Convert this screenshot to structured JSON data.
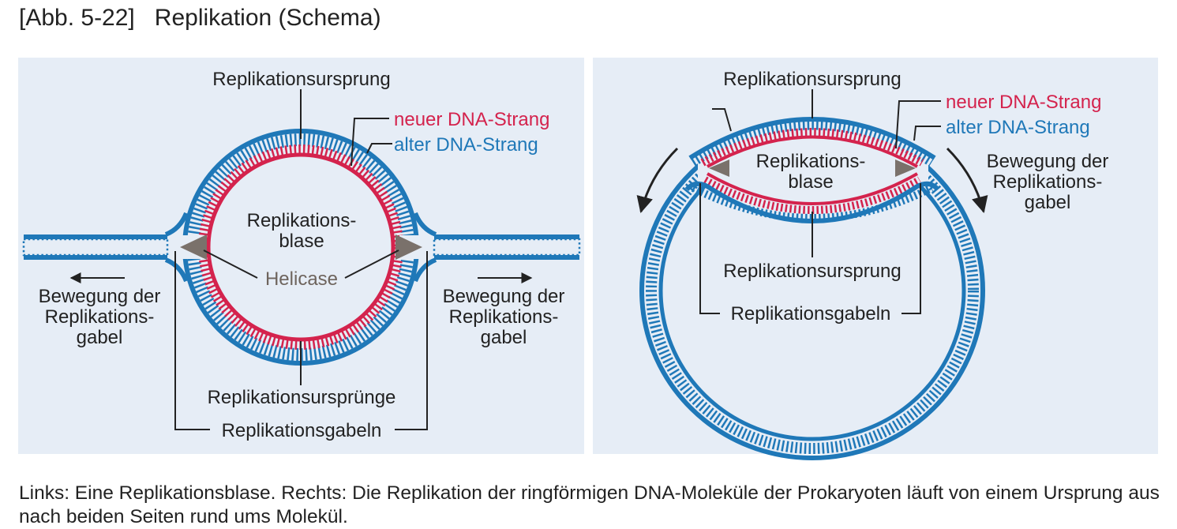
{
  "figure": {
    "number": "[Abb. 5-22]",
    "title": "Replikation (Schema)"
  },
  "colors": {
    "old_strand": "#1f78b8",
    "new_strand": "#d4234d",
    "helicase": "#7a716b",
    "panel_bg": "#e6edf6",
    "label": "#222222"
  },
  "left_panel": {
    "label_origin_top": "Replikationsursprung",
    "label_new_strand": "neuer DNA-Strang",
    "label_old_strand": "alter DNA-Strang",
    "label_bubble_line1": "Replikations-",
    "label_bubble_line2": "blase",
    "label_helicase": "Helicase",
    "label_movement_left": [
      "Bewegung der",
      "Replikations-",
      "gabel"
    ],
    "label_movement_right": [
      "Bewegung der",
      "Replikations-",
      "gabel"
    ],
    "label_origins_bottom": "Replikationsursprünge",
    "label_forks": "Replikationsgabeln"
  },
  "right_panel": {
    "label_origin_top": "Replikationsursprung",
    "label_new_strand": "neuer DNA-Strang",
    "label_old_strand": "alter DNA-Strang",
    "label_bubble_line1": "Replikations-",
    "label_bubble_line2": "blase",
    "label_movement": [
      "Bewegung der",
      "Replikations-",
      "gabel"
    ],
    "label_origin_bottom": "Replikationsursprung",
    "label_forks": "Replikationsgabeln"
  },
  "caption": "Links: Eine Replikationsblase. Rechts: Die Replikation der ringförmigen DNA-Moleküle der Prokaryoten läuft von einem Ursprung aus nach beiden Seiten rund ums Molekül."
}
